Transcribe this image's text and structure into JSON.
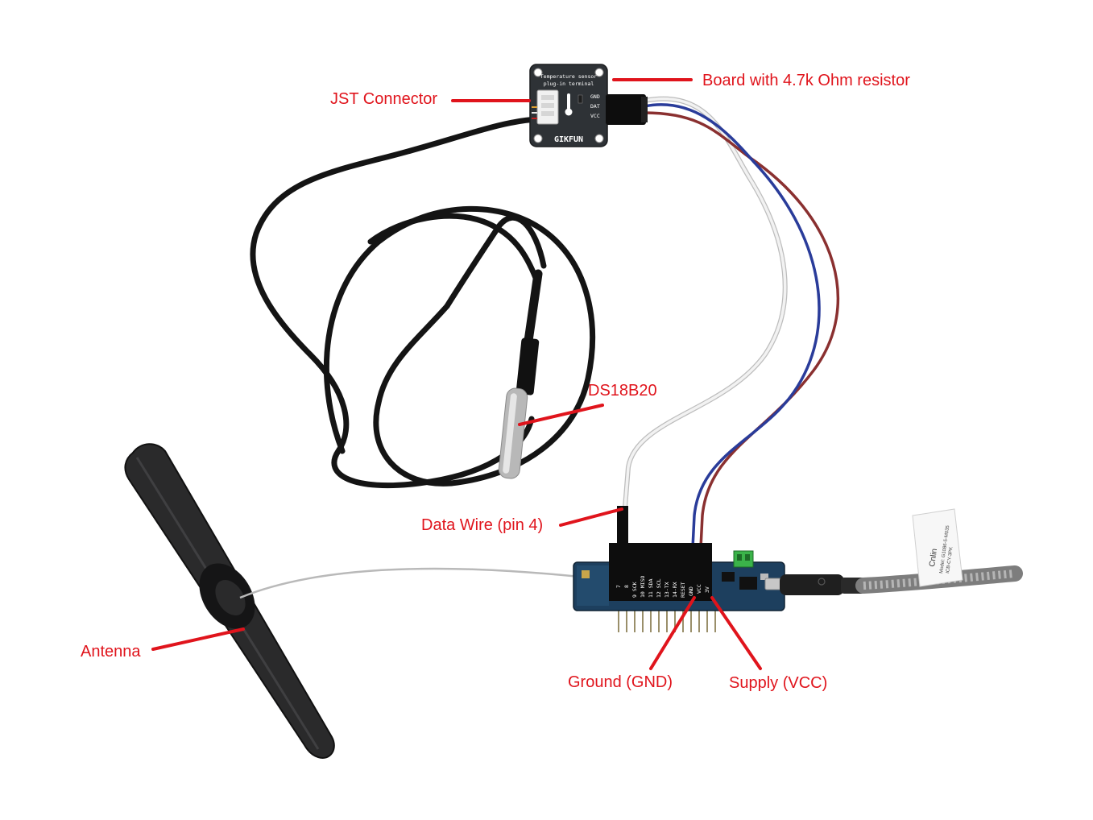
{
  "callouts": {
    "jst_connector": "JST Connector",
    "board_resistor": "Board with 4.7k Ohm resistor",
    "ds18b20": "DS18B20",
    "data_wire": "Data Wire (pin 4)",
    "antenna": "Antenna",
    "ground": "Ground (GND)",
    "supply": "Supply (VCC)"
  },
  "sensor_board": {
    "line1": "Temperature sensor",
    "line2": "plug-in terminal",
    "brand": "GIKFUN",
    "pin_gnd": "GND",
    "pin_dat": "DAT",
    "pin_vcc": "VCC"
  },
  "mcu_board": {
    "pins": [
      "GND",
      "VCC",
      "RESET",
      "14-RX",
      "13-TX",
      "12 SCL",
      "11 SDA",
      "10 MISO",
      "9 SCK",
      "8",
      "7"
    ],
    "pin_3v": "3V"
  },
  "usb_cable_tag": {
    "brand": "Cnlin",
    "line1": "Model: G1086-5-M035",
    "line2": "ICB-CY-3PK"
  },
  "colors": {
    "callout": "#e0141c",
    "cable_black": "#141414",
    "wire_white": "#e8e8e8",
    "wire_red": "#8a3030",
    "wire_blue": "#2a3c9a",
    "pcb_blue": "#1d3f5e",
    "header_black": "#0d0d0d"
  }
}
